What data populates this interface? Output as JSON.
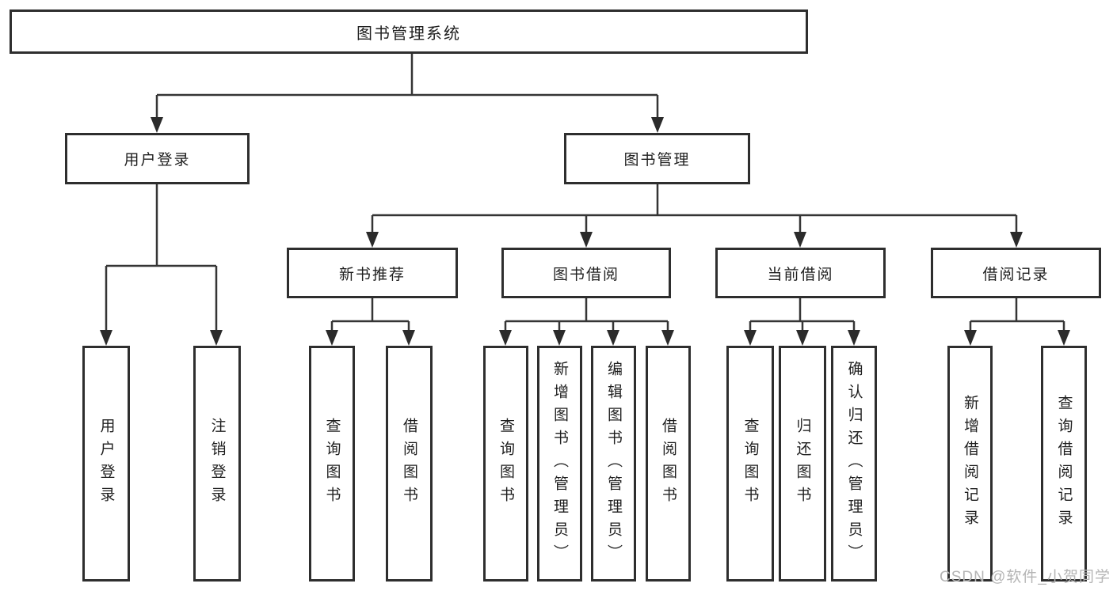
{
  "diagram": {
    "title": "图书管理系统",
    "watermark": "CSDN @软件_小贺同学",
    "colors": {
      "line": "#353535",
      "arrow": "#2b2b2b",
      "box_border": "#2e2e2e",
      "text": "#1f1f1f",
      "watermark": "#b5b5b5",
      "background": "#ffffff"
    },
    "nodes": {
      "root": "图书管理系统",
      "user_login": "用户登录",
      "book_management": "图书管理",
      "new_book_recommend": "新书推荐",
      "book_borrow": "图书借阅",
      "current_borrow": "当前借阅",
      "borrow_records": "借阅记录",
      "leaf_user_login": "用户登录",
      "leaf_logout": "注销登录",
      "leaf_query_book_1": "查询图书",
      "leaf_borrow_book_1": "借阅图书",
      "leaf_query_book_2": "查询图书",
      "leaf_add_book": "新增图书（管理员）",
      "leaf_edit_book": "编辑图书（管理员）",
      "leaf_borrow_book_2": "借阅图书",
      "leaf_query_book_3": "查询图书",
      "leaf_return_book": "归还图书",
      "leaf_confirm_return": "确认归还（管理员）",
      "leaf_add_borrow_record": "新增借阅记录",
      "leaf_query_borrow_record": "查询借阅记录"
    },
    "structure": {
      "root_children": [
        "用户登录",
        "图书管理"
      ],
      "user_login_children": [
        "用户登录",
        "注销登录"
      ],
      "book_management_children": [
        "新书推荐",
        "图书借阅",
        "当前借阅",
        "借阅记录"
      ],
      "new_book_recommend_children": [
        "查询图书",
        "借阅图书"
      ],
      "book_borrow_children": [
        "查询图书",
        "新增图书（管理员）",
        "编辑图书（管理员）",
        "借阅图书"
      ],
      "current_borrow_children": [
        "查询图书",
        "归还图书",
        "确认归还（管理员）"
      ],
      "borrow_records_children": [
        "新增借阅记录",
        "查询借阅记录"
      ]
    }
  }
}
